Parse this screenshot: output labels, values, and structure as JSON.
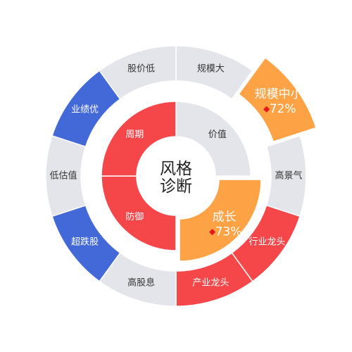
{
  "colors": {
    "gray": "#e4e5ea",
    "blue": "#4369d9",
    "red": "#f5474a",
    "orange": "#fda346",
    "text_dark": "#333333",
    "text_light": "#ffffff",
    "marker": "#e8141e"
  },
  "center": {
    "line1": "风格",
    "line2": "诊断"
  },
  "inner_ring": [
    {
      "label": "价值",
      "color": "gray"
    },
    {
      "label": "成长",
      "color": "orange",
      "highlight": true,
      "percent": "73%"
    },
    {
      "label": "防御",
      "color": "red"
    },
    {
      "label": "周期",
      "color": "red"
    }
  ],
  "outer_ring": [
    {
      "label": "规模大",
      "color": "gray"
    },
    {
      "label": "规模中小",
      "color": "orange",
      "highlight": true,
      "percent": "72%"
    },
    {
      "label": "高景气",
      "color": "gray"
    },
    {
      "label": "行业龙头",
      "color": "red"
    },
    {
      "label": "产业龙头",
      "color": "red"
    },
    {
      "label": "高股息",
      "color": "gray"
    },
    {
      "label": "超跌股",
      "color": "blue"
    },
    {
      "label": "低估值",
      "color": "gray"
    },
    {
      "label": "业绩优",
      "color": "blue"
    },
    {
      "label": "股价低",
      "color": "gray"
    }
  ]
}
